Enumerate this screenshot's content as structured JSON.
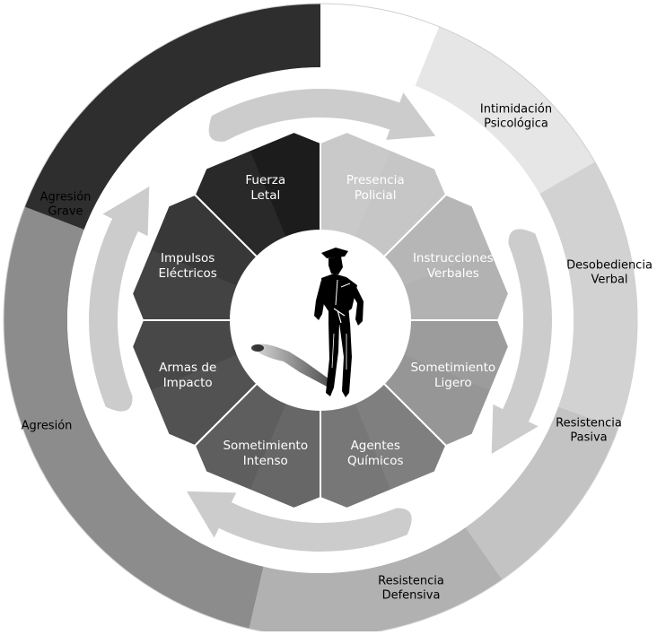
{
  "outer_ring": {
    "segments": [
      {
        "label_lines": [
          "Intimidación",
          "Psicológica"
        ],
        "color": "#e6e6e6"
      },
      {
        "label_lines": [
          "Desobediencia",
          "Verbal"
        ],
        "color": "#d2d2d2"
      },
      {
        "label_lines": [
          "Resistencia",
          "Pasiva"
        ],
        "color": "#c3c3c3"
      },
      {
        "label_lines": [
          "Resistencia",
          "Defensiva"
        ],
        "color": "#b1b1b1"
      },
      {
        "label_lines": [
          "Agresión"
        ],
        "color": "#8c8c8c"
      },
      {
        "label_lines": [
          "Agresión",
          "Grave"
        ],
        "color": "#2e2e2e"
      }
    ]
  },
  "inner_wheel": {
    "wedges": [
      {
        "label_lines": [
          "Presencia",
          "Policial"
        ],
        "color": "#c6c6c6"
      },
      {
        "label_lines": [
          "Instrucciones",
          "Verbales"
        ],
        "color": "#b2b2b2"
      },
      {
        "label_lines": [
          "Sometimiento",
          "Ligero"
        ],
        "color": "#969696"
      },
      {
        "label_lines": [
          "Agentes",
          "Químicos"
        ],
        "color": "#777777"
      },
      {
        "label_lines": [
          "Sometimiento",
          "Intenso"
        ],
        "color": "#5e5e5e"
      },
      {
        "label_lines": [
          "Armas de",
          "Impacto"
        ],
        "color": "#484848"
      },
      {
        "label_lines": [
          "Impulsos",
          "Eléctricos"
        ],
        "color": "#383838"
      },
      {
        "label_lines": [
          "Fuerza",
          "Letal"
        ],
        "color": "#1c1c1c"
      }
    ]
  },
  "center": {
    "icon": "police-officer-silhouette-icon"
  },
  "cycle_arrows": {
    "color": "#cccccc",
    "icon": "curved-arrow-icon"
  }
}
